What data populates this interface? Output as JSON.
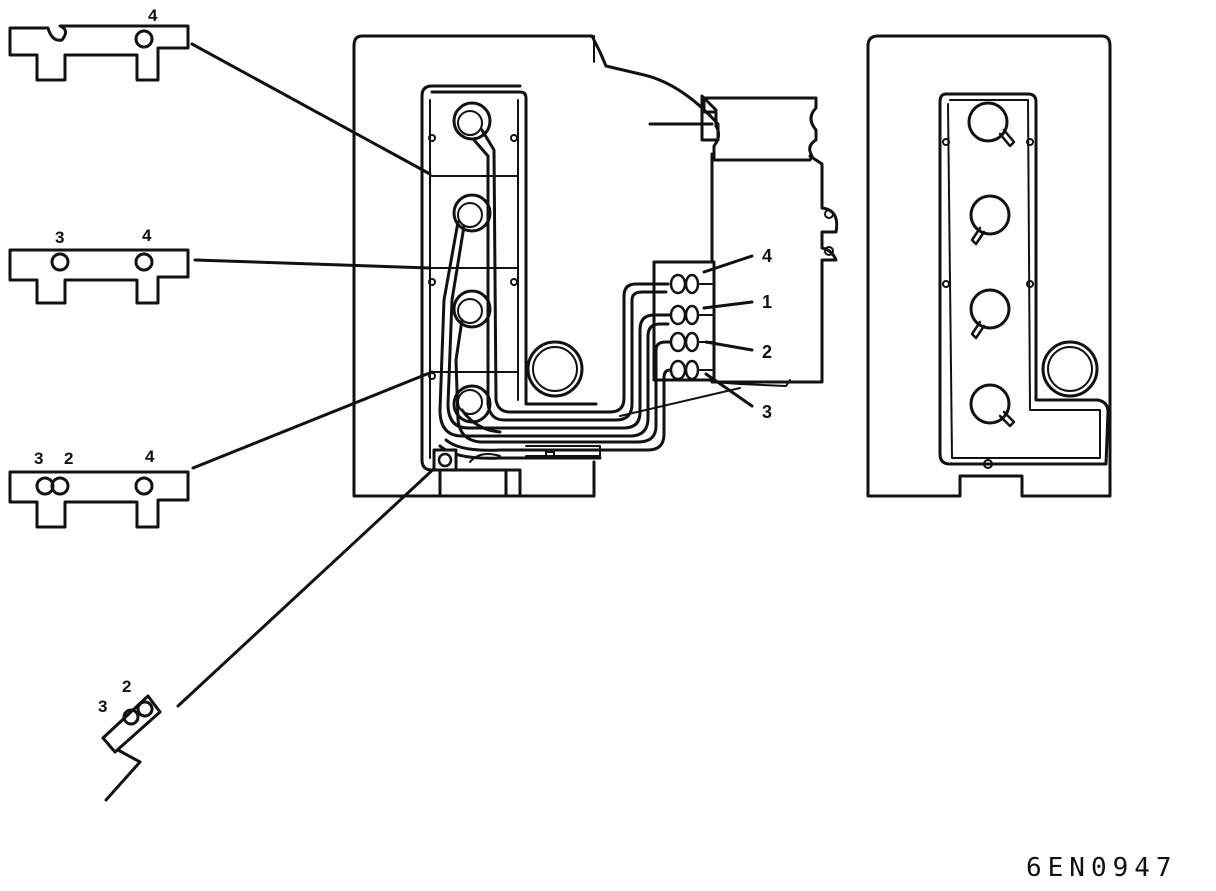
{
  "diagram": {
    "clamps": [
      {
        "id": "clamp-a",
        "labels": [
          "4"
        ]
      },
      {
        "id": "clamp-b",
        "labels": [
          "3",
          "4"
        ]
      },
      {
        "id": "clamp-c",
        "labels": [
          "3",
          "2",
          "4"
        ]
      },
      {
        "id": "clamp-d",
        "labels": [
          "3",
          "2"
        ]
      }
    ],
    "connector_labels": [
      "4",
      "1",
      "2",
      "3"
    ],
    "reference_code": "6EN0947"
  },
  "colors": {
    "line": "#111111",
    "background": "#ffffff"
  }
}
